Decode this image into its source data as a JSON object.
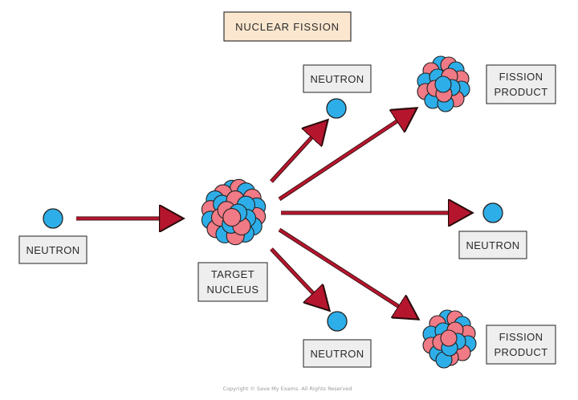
{
  "title": "NUCLEAR   FISSION",
  "labels": {
    "incoming_neutron": "NEUTRON",
    "target_nucleus_line1": "TARGET",
    "target_nucleus_line2": "NUCLEUS",
    "neutron_top": "NEUTRON",
    "neutron_right": "NEUTRON",
    "neutron_bottom": "NEUTRON",
    "fission_product_top_line1": "FISSION",
    "fission_product_top_line2": "PRODUCT",
    "fission_product_bottom_line1": "FISSION",
    "fission_product_bottom_line2": "PRODUCT"
  },
  "copyright": "Copyright © Save My Exams. All Rights Reserved",
  "colors": {
    "proton": "#f07a85",
    "neutron": "#2eaee8",
    "arrow": "#b5162e",
    "title_box": "#fbe7cf",
    "label_box": "#eeeeee",
    "outline": "#222222"
  }
}
